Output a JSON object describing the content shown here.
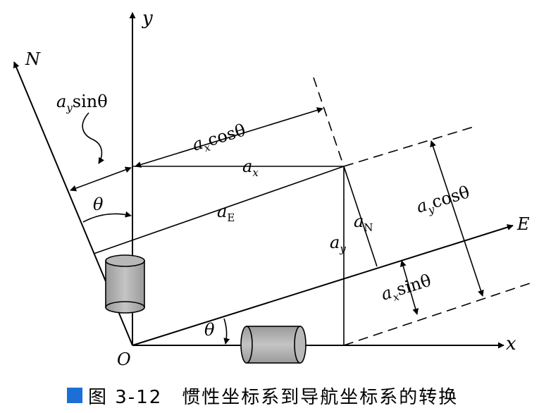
{
  "labels": {
    "y_axis": "y",
    "x_axis": "x",
    "n_axis": "N",
    "e_axis": "E",
    "origin": "O",
    "theta": "θ",
    "ay_sin_theta": {
      "a": "a",
      "sub": "y",
      "fn": "sinθ"
    },
    "ax_cos_theta": {
      "a": "a",
      "sub": "x",
      "fn": "cosθ"
    },
    "ax": {
      "a": "a",
      "sub": "x"
    },
    "aE": {
      "a": "a",
      "sub": "E"
    },
    "aN": {
      "a": "a",
      "sub": "N"
    },
    "ay": {
      "a": "a",
      "sub": "y"
    },
    "ay_cos_theta": {
      "a": "a",
      "sub": "y",
      "fn": "cosθ"
    },
    "ax_sin_theta": {
      "a": "a",
      "sub": "x",
      "fn": "sinθ"
    }
  },
  "caption": {
    "prefix": "图 3-12",
    "text": "惯性坐标系到导航坐标系的转换"
  }
}
